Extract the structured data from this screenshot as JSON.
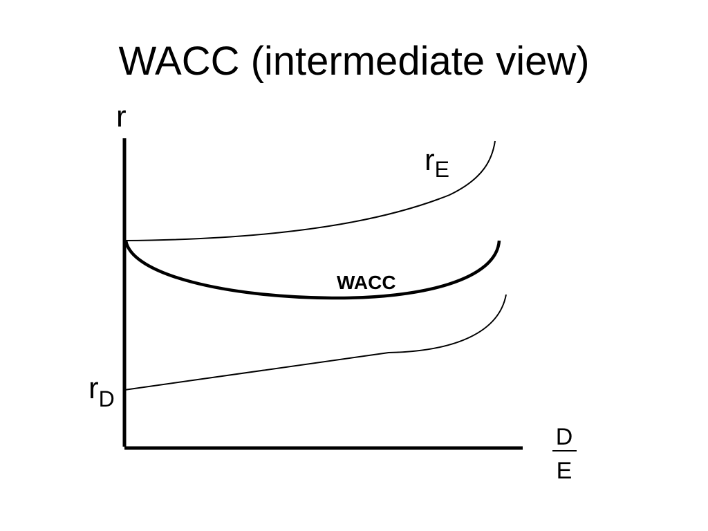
{
  "title": "WACC (intermediate view)",
  "axes": {
    "y_label": "r",
    "x_label_numerator": "D",
    "x_label_denominator": "E"
  },
  "curves": {
    "equity": {
      "label_main": "r",
      "label_sub": "E"
    },
    "wacc": {
      "label": "WACC"
    },
    "debt": {
      "label_main": "r",
      "label_sub": "D"
    }
  },
  "colors": {
    "ink": "#000000",
    "background": "#ffffff"
  }
}
